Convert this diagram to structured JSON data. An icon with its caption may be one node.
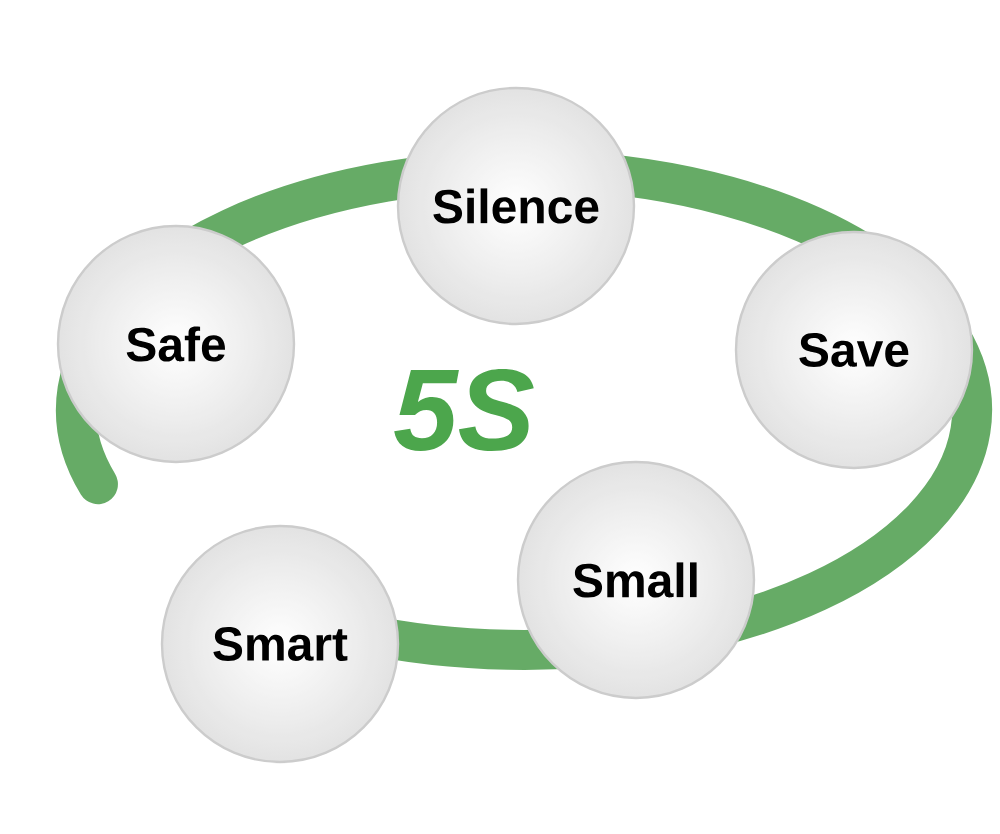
{
  "diagram": {
    "nodes": [
      {
        "text": [
          "Silence"
        ]
      },
      {
        "text": [
          "Safe"
        ]
      },
      {
        "text": [
          "Save"
        ]
      },
      {
        "text": [
          "Small"
        ]
      },
      {
        "text": [
          "Smart"
        ]
      }
    ],
    "labels": [
      "5S"
    ]
  }
}
